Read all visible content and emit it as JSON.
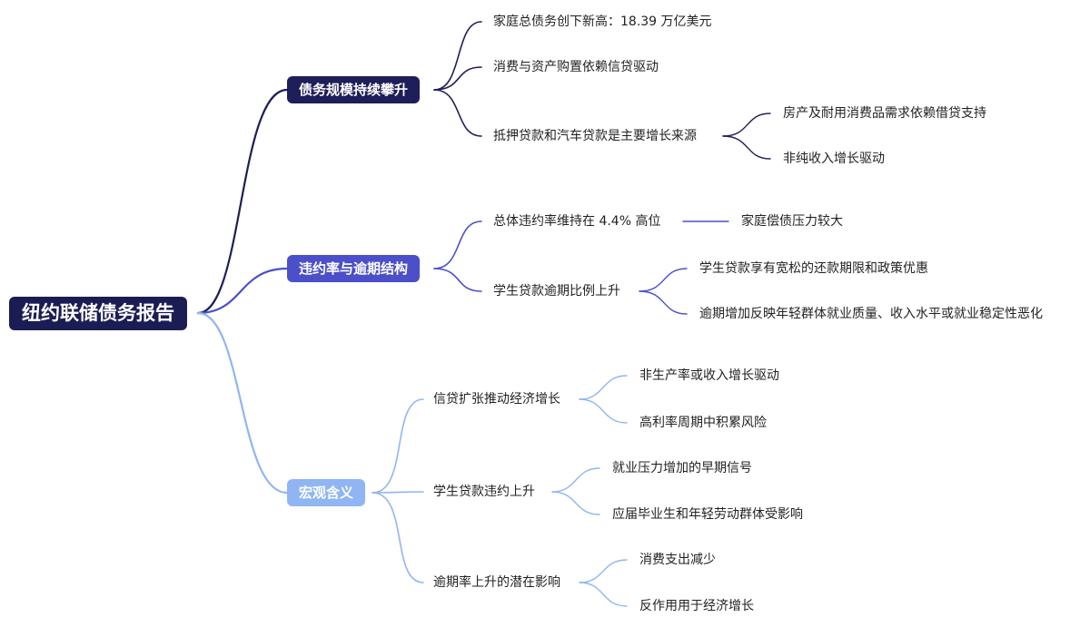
{
  "root": "纽约联储债务报告",
  "colors": {
    "b1": "#1e1e5a",
    "b2": "#4b4fc9",
    "b3": "#8fb6f3",
    "root": "#1c1c55"
  },
  "branches": [
    {
      "label": "债务规模持续攀升",
      "children": [
        {
          "label": "家庭总债务创下新高：18.39 万亿美元"
        },
        {
          "label": "消费与资产购置依赖信贷驱动"
        },
        {
          "label": "抵押贷款和汽车贷款是主要增长来源",
          "children": [
            "房产及耐用消费品需求依赖借贷支持",
            "非纯收入增长驱动"
          ]
        }
      ]
    },
    {
      "label": "违约率与逾期结构",
      "children": [
        {
          "label": "总体违约率维持在 4.4% 高位",
          "children": [
            "家庭偿债压力较大"
          ]
        },
        {
          "label": "学生贷款逾期比例上升",
          "children": [
            "学生贷款享有宽松的还款期限和政策优惠",
            "逾期增加反映年轻群体就业质量、收入水平或就业稳定性恶化"
          ]
        }
      ]
    },
    {
      "label": "宏观含义",
      "children": [
        {
          "label": "信贷扩张推动经济增长",
          "children": [
            "非生产率或收入增长驱动",
            "高利率周期中积累风险"
          ]
        },
        {
          "label": "学生贷款违约上升",
          "children": [
            "就业压力增加的早期信号",
            "应届毕业生和年轻劳动群体受影响"
          ]
        },
        {
          "label": "逾期率上升的潜在影响",
          "children": [
            "消费支出减少",
            "反作用用于经济增长"
          ]
        }
      ]
    }
  ]
}
